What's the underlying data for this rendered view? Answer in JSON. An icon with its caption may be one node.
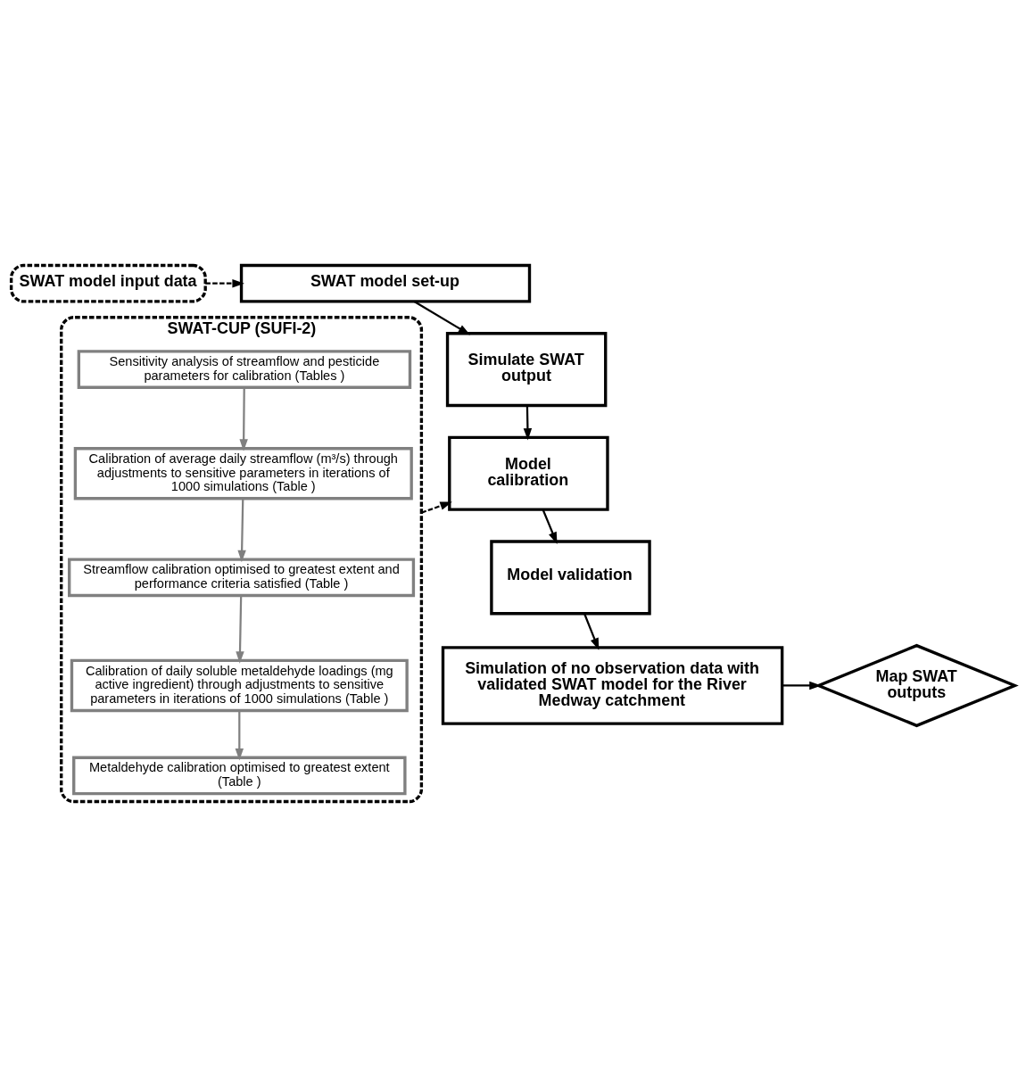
{
  "diagram": {
    "nodes": [
      {
        "text": [
          "SWAT model input data"
        ]
      },
      {
        "text": [
          "SWAT model set-up"
        ]
      },
      {
        "text": [
          "SWAT-CUP (SUFI-2)"
        ]
      },
      {
        "text": [
          "Sensitivity analysis of streamflow and pesticide parameters for calibration (Tables )"
        ],
        "in": 2
      },
      {
        "text": [
          "Calibration of average daily streamflow (m³/s) through adjustments to sensitive parameters in iterations of 1000 simulations (Table )"
        ],
        "in": 2
      },
      {
        "text": [
          "Streamflow calibration optimised to greatest extent and performance criteria satisfied (Table )"
        ],
        "in": 2
      },
      {
        "text": [
          "Calibration of daily soluble metaldehyde loadings (mg active ingredient) through adjustments to sensitive parameters in iterations of 1000 simulations (Table )"
        ],
        "in": 2
      },
      {
        "text": [
          "Metaldehyde calibration optimised to greatest extent (Table )"
        ],
        "in": 2
      },
      {
        "text": [
          "Simulate SWAT output"
        ]
      },
      {
        "text": [
          "Model calibration"
        ]
      },
      {
        "text": [
          "Model validation"
        ]
      },
      {
        "text": [
          "Simulation of no observation data with validated SWAT model for the River Medway catchment"
        ]
      },
      {
        "text": [
          "Map SWAT outputs"
        ]
      }
    ],
    "edges": [
      {
        "from": 0,
        "to": 1,
        "arrow": "to",
        "style": "dashed"
      },
      {
        "from": 1,
        "to": 8,
        "arrow": "to"
      },
      {
        "from": 3,
        "to": 4,
        "arrow": "to",
        "color": "#808080"
      },
      {
        "from": 4,
        "to": 5,
        "arrow": "to",
        "color": "#808080"
      },
      {
        "from": 5,
        "to": 6,
        "arrow": "to",
        "color": "#808080"
      },
      {
        "from": 6,
        "to": 7,
        "arrow": "to",
        "color": "#808080"
      },
      {
        "from": 2,
        "to": 9,
        "arrow": "to",
        "style": "dashed"
      },
      {
        "from": 8,
        "to": 9,
        "arrow": "to"
      },
      {
        "from": 9,
        "to": 10,
        "arrow": "to"
      },
      {
        "from": 10,
        "to": 11,
        "arrow": "to"
      },
      {
        "from": 11,
        "to": 12,
        "arrow": "to"
      }
    ]
  }
}
